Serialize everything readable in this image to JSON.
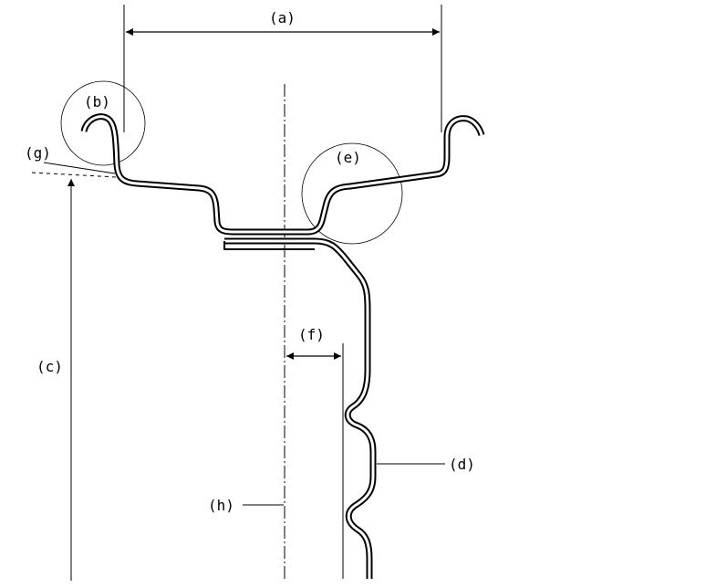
{
  "labels": {
    "a": "(a)",
    "b": "(b)",
    "c": "(c)",
    "d": "(d)",
    "e": "(e)",
    "f": "(f)",
    "g": "(g)",
    "h": "(h)"
  },
  "colors": {
    "line": "#000000",
    "background": "#ffffff"
  }
}
